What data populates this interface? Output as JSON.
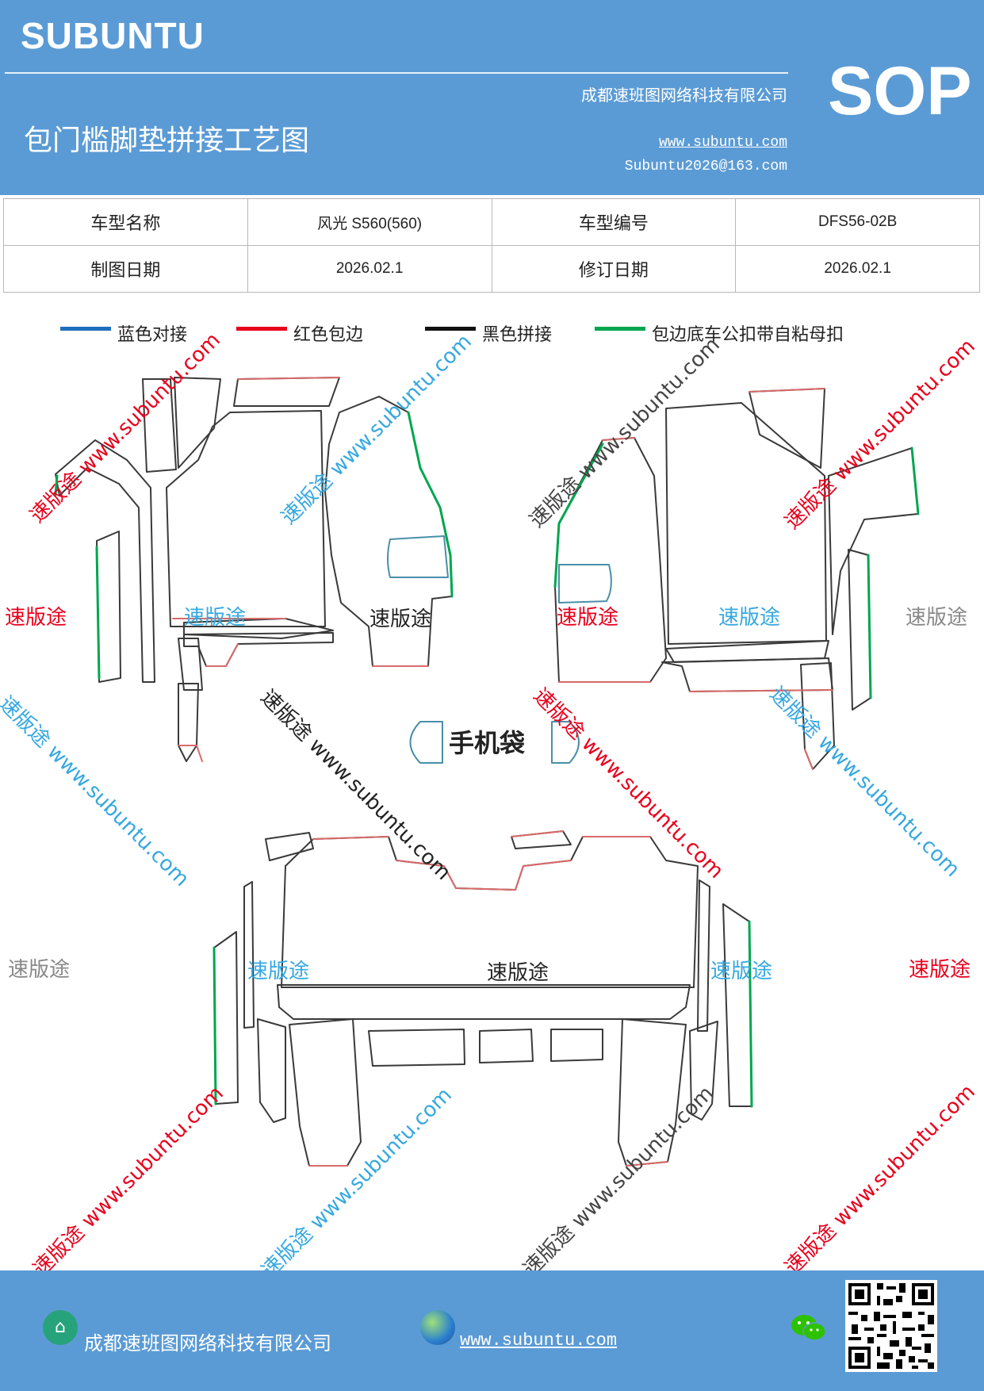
{
  "header": {
    "brand": "SUBUNTU",
    "company": "成都速班图网络科技有限公司",
    "title": "包门槛脚垫拼接工艺图",
    "website": "www.subuntu.com",
    "email": "Subuntu2026@163.com",
    "sop": "SOP",
    "background_color": "#5b9bd5"
  },
  "info_table": {
    "rows": [
      [
        "车型名称",
        "风光 S560(560)",
        "车型编号",
        "DFS56-02B"
      ],
      [
        "制图日期",
        "2026.02.1",
        "修订日期",
        "2026.02.1"
      ]
    ]
  },
  "legend": [
    {
      "label": "蓝色对接",
      "color": "#1f6fbf"
    },
    {
      "label": "红色包边",
      "color": "#e8001c"
    },
    {
      "label": "黑色拼接",
      "color": "#111111"
    },
    {
      "label": "包边底车公扣带自粘母扣",
      "color": "#00a64f"
    }
  ],
  "watermark": {
    "brand": "速版途",
    "diagonal": "速版途 www.subuntu.com",
    "colors": {
      "red": "#e8001c",
      "blue": "#35a8e0",
      "black": "#222222",
      "gray": "#888888"
    }
  },
  "phone_bag_label": "手机袋",
  "footer": {
    "company": "成都速班图网络科技有限公司",
    "website": "www.subuntu.com",
    "house_icon": "house-icon",
    "globe_icon": "globe-icon",
    "wechat_icon": "wechat-icon",
    "qr_icon": "qr-code-icon"
  }
}
